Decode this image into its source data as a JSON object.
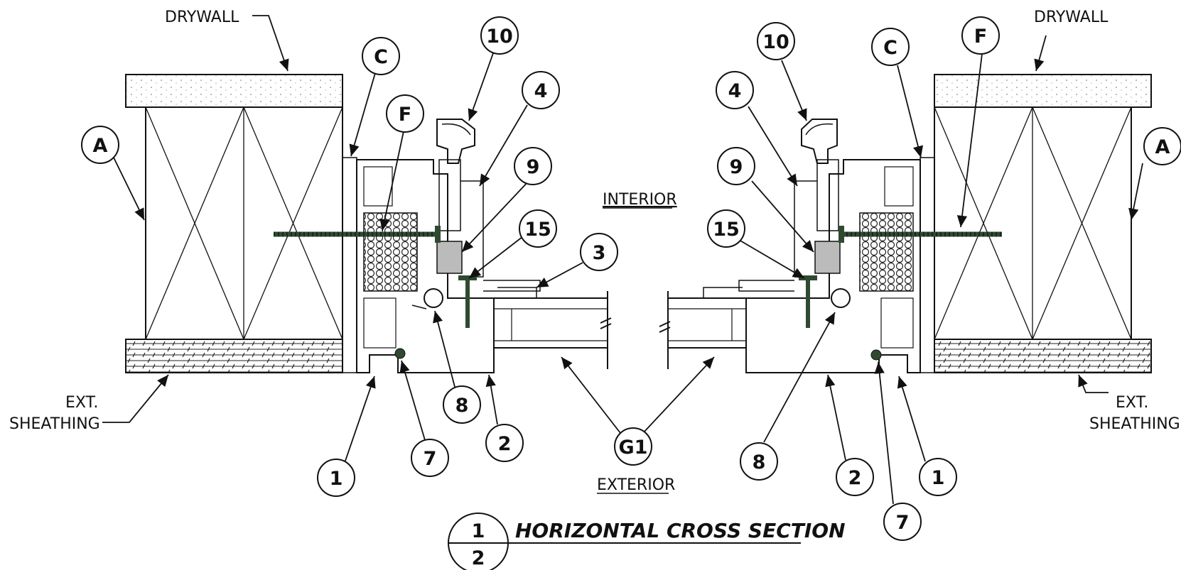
{
  "labels": {
    "drywall_left": "DRYWALL",
    "drywall_right": "DRYWALL",
    "ext_left_1": "EXT.",
    "ext_left_2": "SHEATHING",
    "ext_right_1": "EXT.",
    "ext_right_2": "SHEATHING",
    "interior": "INTERIOR",
    "exterior": "EXTERIOR"
  },
  "callouts": {
    "left": {
      "A": "A",
      "C": "C",
      "F": "F",
      "ten": "10",
      "four": "4",
      "nine": "9",
      "fifteen": "15",
      "three": "3",
      "eight": "8",
      "two": "2",
      "seven": "7",
      "one": "1"
    },
    "right": {
      "A": "A",
      "C": "C",
      "F": "F",
      "ten": "10",
      "four": "4",
      "nine": "9",
      "fifteen": "15",
      "eight": "8",
      "two": "2",
      "seven": "7",
      "one": "1"
    },
    "glass": "G1"
  },
  "title": {
    "detail_num": "1",
    "sheet_num": "2",
    "text": "HORIZONTAL CROSS SECTION"
  }
}
